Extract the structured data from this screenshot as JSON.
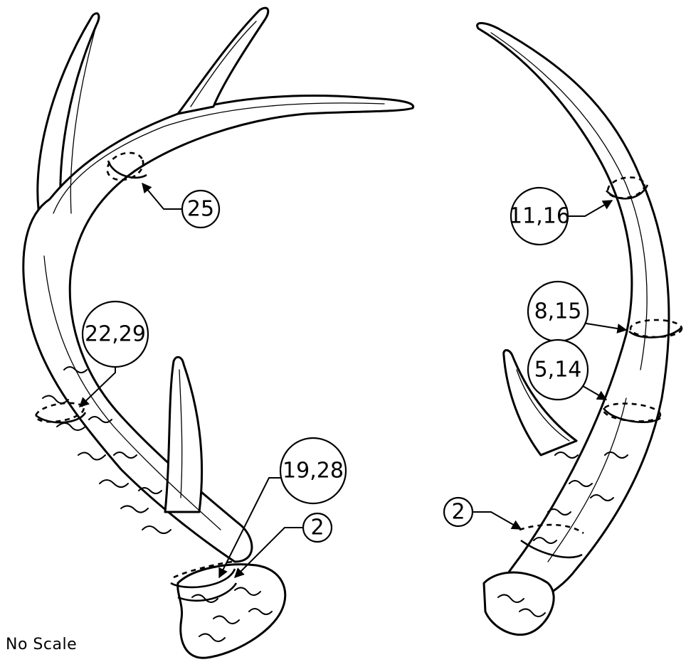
{
  "callouts": {
    "left_beam_upper": "25",
    "left_beam_mid": "22,29",
    "left_beam_lower": "19,28",
    "left_base": "2",
    "right_beam_upper": "11,16",
    "right_beam_mid": "8,15",
    "right_beam_lower": "5,14",
    "right_base": "2"
  },
  "note": "No Scale"
}
